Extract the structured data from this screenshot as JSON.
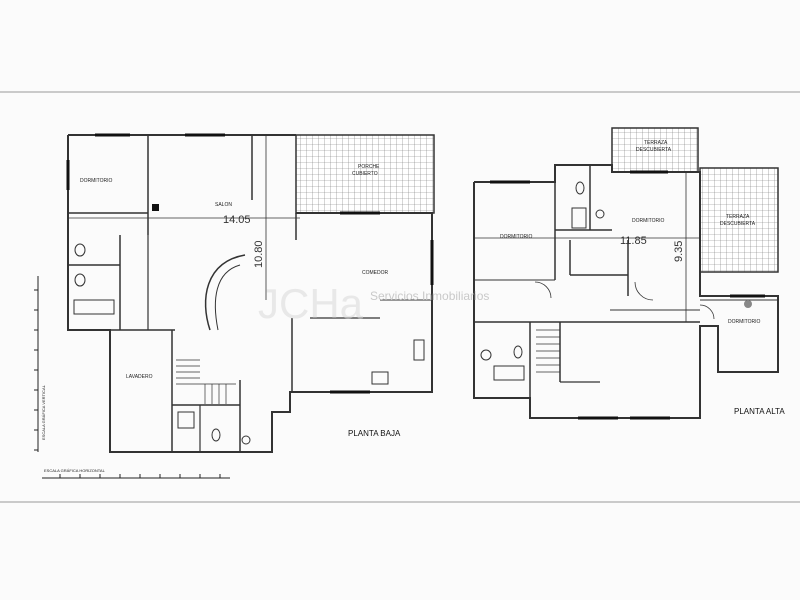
{
  "watermark": {
    "logo": "JCHa",
    "text": "Servicios Inmobiliarios"
  },
  "ground_floor": {
    "title": "PLANTA BAJA",
    "dimension_width": "14.05",
    "dimension_depth": "10.80",
    "rooms": {
      "dormitorio": "DORMITORIO",
      "salon": "SALON",
      "porche_line1": "PORCHE",
      "porche_line2": "CUBIERTO",
      "comedor": "COMEDOR",
      "lavadero": "LAVADERO"
    }
  },
  "upper_floor": {
    "title": "PLANTA ALTA",
    "dimension_width": "11.85",
    "dimension_depth": "9.35",
    "rooms": {
      "terraza1_line1": "TERRAZA",
      "terraza1_line2": "DESCUBIERTA",
      "terraza2_line1": "TERRAZA",
      "terraza2_line2": "DESCUBIERTA",
      "dormitorio_left": "DORMITORIO",
      "dormitorio_center": "DORMITORIO",
      "dormitorio_right": "DORMITORIO"
    }
  },
  "scale_bar": {
    "label": "ESCALA GRÁFICA HORIZONTAL",
    "vertical_label": "ESCALA GRÁFICA VERTICAL"
  }
}
